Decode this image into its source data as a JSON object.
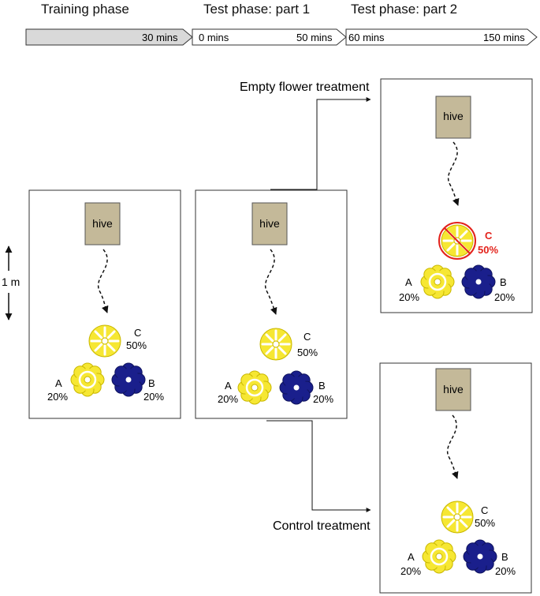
{
  "phases": [
    {
      "label": "Training phase"
    },
    {
      "label": "Test phase: part 1"
    },
    {
      "label": "Test phase: part 2"
    }
  ],
  "timeline": {
    "seg1_end": "30 mins",
    "seg2_start": "0 mins",
    "seg2_end": "50 mins",
    "seg3_start": "60 mins",
    "seg3_end": "150 mins"
  },
  "scale_label": "1 m",
  "treatments": {
    "empty": "Empty flower treatment",
    "control": "Control treatment"
  },
  "hive_label": "hive",
  "flowers": {
    "A": {
      "letter": "A",
      "pct": "20%"
    },
    "B": {
      "letter": "B",
      "pct": "20%"
    },
    "C": {
      "letter": "C",
      "pct": "50%"
    }
  },
  "colors": {
    "hive": "#c4b999",
    "yellow": "#f6e733",
    "blue": "#1a1f8c",
    "red": "#e3221b",
    "timeline_grey": "#d9d9d9"
  }
}
